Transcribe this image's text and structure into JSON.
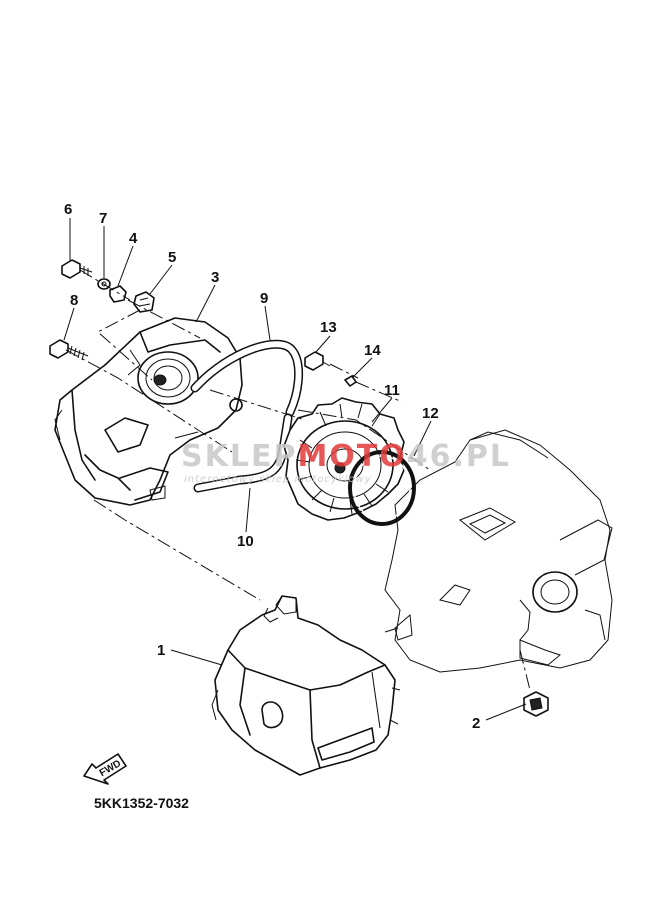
{
  "diagram": {
    "part_code": "5KK1352-7032",
    "direction_label": "FWD",
    "callouts": [
      "1",
      "2",
      "3",
      "4",
      "5",
      "6",
      "7",
      "8",
      "9",
      "10",
      "11",
      "12",
      "13",
      "14"
    ]
  },
  "watermark": {
    "brand_left": "SKLEP",
    "brand_mid": "MOTO",
    "brand_right": "46.PL",
    "tagline": "internetowy sklep motocyklowy",
    "color_gray": "#c8c8c8",
    "color_red": "#e23a3a"
  }
}
